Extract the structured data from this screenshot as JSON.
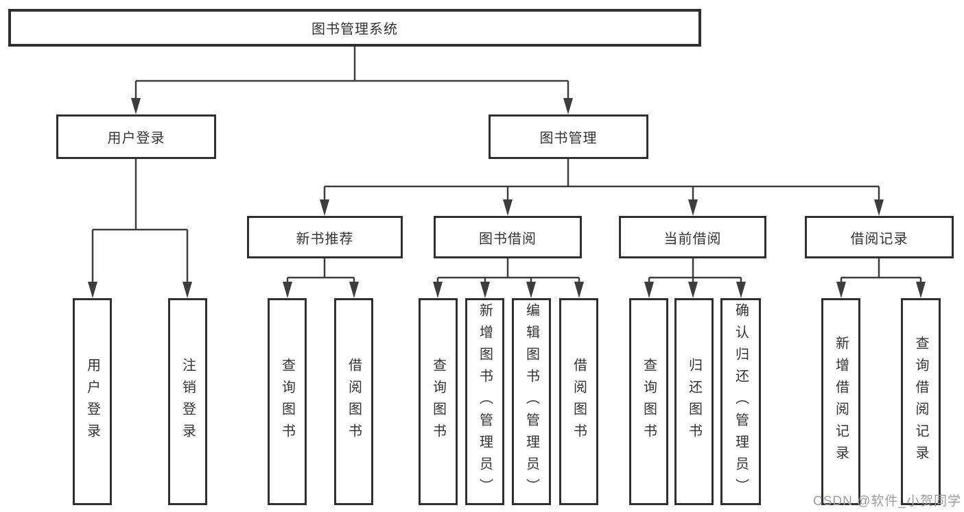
{
  "diagram_title": "图书管理系统",
  "nodes": {
    "root": {
      "label": "图书管理系统"
    },
    "userLogin": {
      "label": "用户登录",
      "children": [
        {
          "label": "用户登录"
        },
        {
          "label": "注销登录"
        }
      ]
    },
    "bookMgmt": {
      "label": "图书管理",
      "children": [
        {
          "label": "新书推荐",
          "children": [
            {
              "label": "查询图书"
            },
            {
              "label": "借阅图书"
            }
          ]
        },
        {
          "label": "图书借阅",
          "children": [
            {
              "label": "查询图书"
            },
            {
              "label": "新增图书（管理员）"
            },
            {
              "label": "编辑图书（管理员）"
            },
            {
              "label": "借阅图书"
            }
          ]
        },
        {
          "label": "当前借阅",
          "children": [
            {
              "label": "查询图书"
            },
            {
              "label": "归还图书"
            },
            {
              "label": "确认归还（管理员）"
            }
          ]
        },
        {
          "label": "借阅记录",
          "children": [
            {
              "label": "新增借阅记录"
            },
            {
              "label": "查询借阅记录"
            }
          ]
        }
      ]
    }
  },
  "watermark": {
    "text": "CSDN @软件_小贺同学",
    "color": "#9b9ba3"
  },
  "colors": {
    "border": "#2f2f2f",
    "line": "#3d3d3d",
    "text": "#333333",
    "background": "#ffffff"
  }
}
